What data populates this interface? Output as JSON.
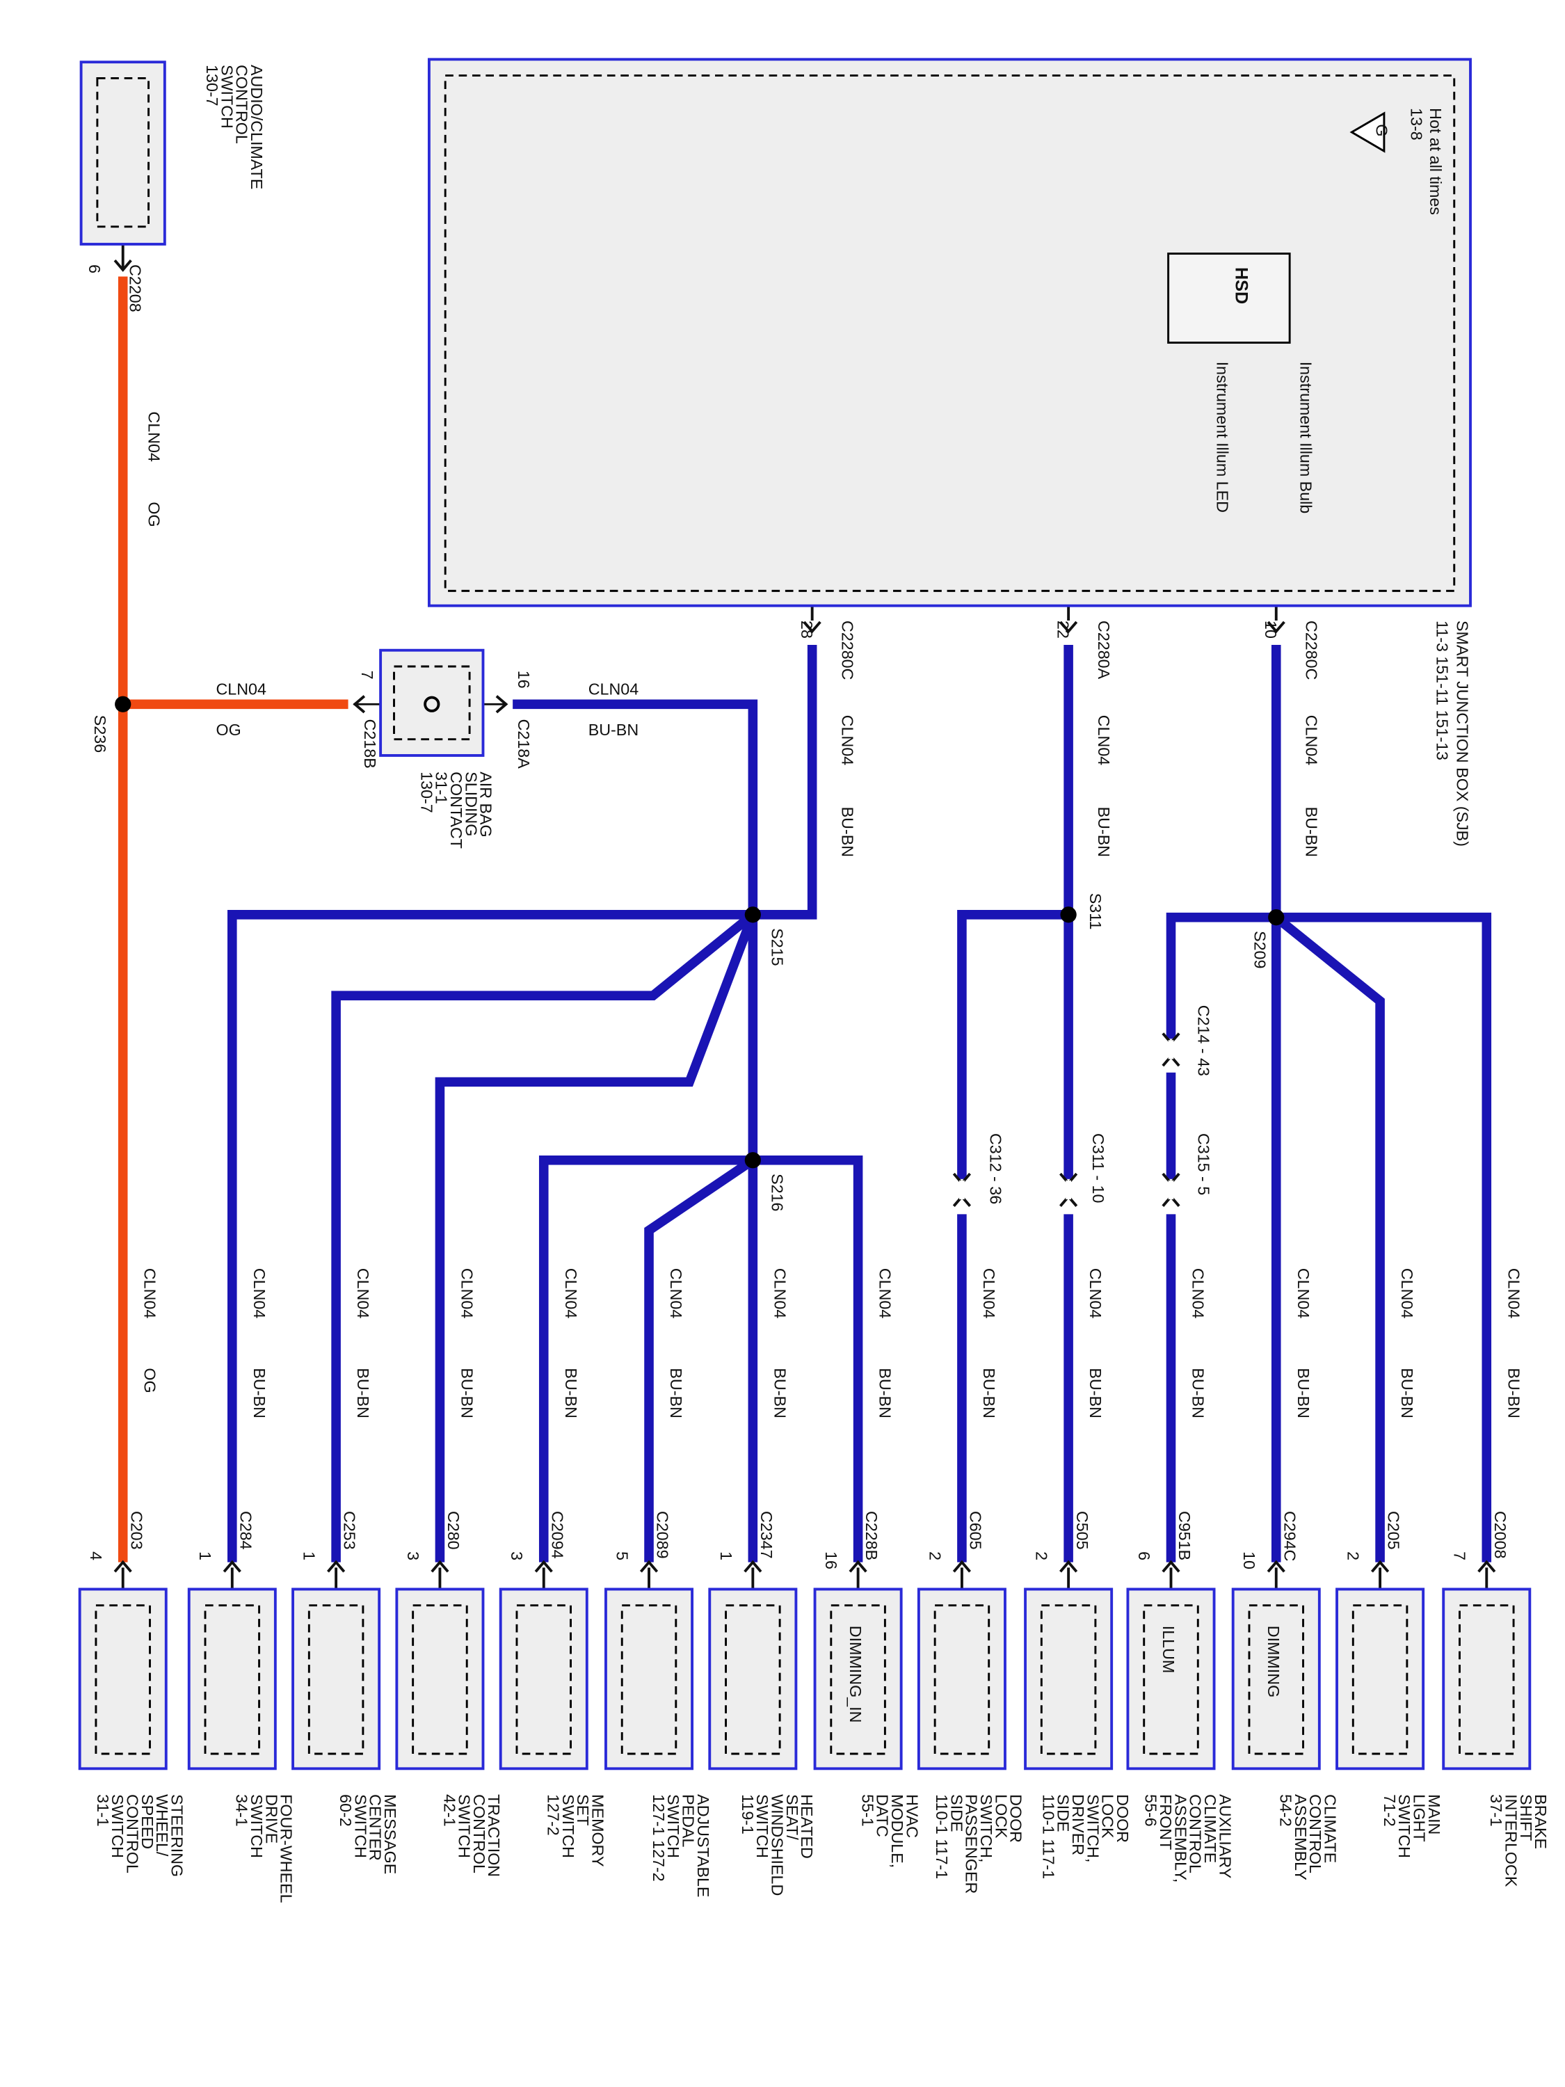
{
  "colors": {
    "orange_wire": "#f04a12",
    "blue_wire": "#1a14b4",
    "black_wire": "#111111",
    "box_border": "#2a2ad8",
    "box_fill": "#eeeeee",
    "splice": "#000000"
  },
  "sjb": {
    "name": "SMART JUNCTION BOX (SJB)",
    "refs": "11-3  151-11  151-13",
    "hot_label": "Hot at all times",
    "hot_ref": "13-8",
    "fuse_letter": "G",
    "hsd_label": "HSD",
    "wire_bulb": "Instrument Illum Bulb",
    "wire_led": "Instrument Illum LED"
  },
  "top_left_component": {
    "name": "AUDIO/CLIMATE CONTROL SWITCH",
    "ref": "130-7",
    "connector": "C2208",
    "pin": "6"
  },
  "airbag": {
    "name": "AIR BAG SLIDING CONTACT",
    "refs": "31-1  130-7",
    "left_conn": "C218B",
    "left_pin": "7",
    "right_conn": "C218A",
    "right_pin": "16"
  },
  "sjb_outputs": [
    {
      "connector": "C2280C",
      "pin": "28"
    },
    {
      "connector": "C2280A",
      "pin": "22"
    },
    {
      "connector": "C2280C",
      "pin": "10"
    }
  ],
  "splices": [
    "S236",
    "S215",
    "S216",
    "S311",
    "S209"
  ],
  "inline_connectors": [
    "C214 - 43",
    "C315 - 5",
    "C311 - 10",
    "C312 - 36"
  ],
  "wire_labels": {
    "circuit": "CLN04",
    "og": "OG",
    "bubn": "BU-BN"
  },
  "components": [
    {
      "name": "STEERING WHEEL/ SPEED CONTROL SWITCH",
      "ref": "31-1",
      "connector": "C203",
      "pin": "4",
      "inner": ""
    },
    {
      "name": "FOUR-WHEEL DRIVE SWITCH",
      "ref": "34-1",
      "connector": "C284",
      "pin": "1",
      "inner": ""
    },
    {
      "name": "MESSAGE CENTER SWITCH",
      "ref": "60-2",
      "connector": "C253",
      "pin": "1",
      "inner": ""
    },
    {
      "name": "TRACTION CONTROL SWITCH",
      "ref": "42-1",
      "connector": "C280",
      "pin": "3",
      "inner": ""
    },
    {
      "name": "MEMORY SET SWITCH",
      "ref": "127-2",
      "connector": "C2094",
      "pin": "3",
      "inner": ""
    },
    {
      "name": "ADJUSTABLE PEDAL SWITCH",
      "ref": "127-1   127-2",
      "connector": "C2089",
      "pin": "5",
      "inner": ""
    },
    {
      "name": "HEATED SEAT/ WINDSHIELD SWITCH",
      "ref": "119-1",
      "connector": "C2347",
      "pin": "1",
      "inner": ""
    },
    {
      "name": "HVAC MODULE, DATC",
      "ref": "55-1",
      "connector": "C228B",
      "pin": "16",
      "inner": "DIMMING_IN"
    },
    {
      "name": "DOOR LOCK SWITCH, PASSENGER SIDE",
      "ref": "110-1   117-1",
      "connector": "C605",
      "pin": "2",
      "inner": ""
    },
    {
      "name": "DOOR LOCK SWITCH, DRIVER SIDE",
      "ref": "110-1   117-1",
      "connector": "C505",
      "pin": "2",
      "inner": ""
    },
    {
      "name": "AUXILIARY CLIMATE CONTROL ASSEMBLY, FRONT",
      "ref": "55-6",
      "connector": "C951B",
      "pin": "6",
      "inner": "ILLUM"
    },
    {
      "name": "CLIMATE CONTROL ASSEMBLY",
      "ref": "54-2",
      "connector": "C294C",
      "pin": "10",
      "inner": "DIMMING"
    },
    {
      "name": "MAIN LIGHT SWITCH",
      "ref": "71-2",
      "connector": "C205",
      "pin": "2",
      "inner": ""
    },
    {
      "name": "BRAKE SHIFT INTERLOCK",
      "ref": "37-1",
      "connector": "C2008",
      "pin": "7",
      "inner": ""
    }
  ]
}
